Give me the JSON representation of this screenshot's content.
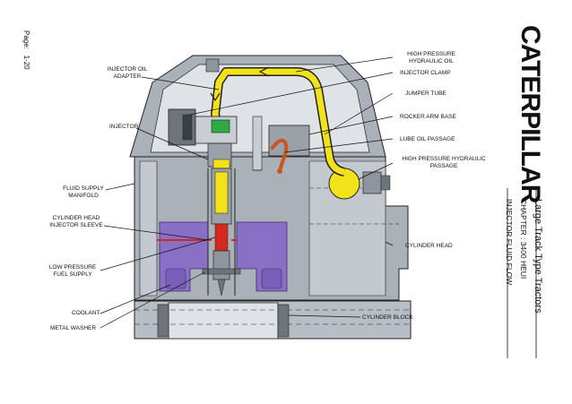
{
  "header": {
    "page_label": "Page:",
    "page_number": "1-20",
    "brand": "CATERPILLAR",
    "title": "Large Track Type Tractors",
    "chapter": "CHAPTER :  3400 HEUI",
    "subtitle": "INJECTOR FLUID FLOW"
  },
  "labels": {
    "injector_oil_adapter": "INJECTOR OIL ADAPTER",
    "injector": "INJECTOR",
    "fluid_supply_manifold": "FLUID SUPPLY MANIFOLD",
    "cylinder_head_injector_sleeve": "CYLINDER HEAD INJECTOR SLEEVE",
    "low_pressure_fuel_supply": "LOW PRESSURE FUEL SUPPLY",
    "coolant": "COOLANT",
    "metal_washer": "METAL WASHER",
    "high_pressure_hydraulic_oil": "HIGH PRESSURE HYDRAULIC OIL",
    "injector_clamp": "INJECTOR CLAMP",
    "jumper_tube": "JUMPER TUBE",
    "rocker_arm_base": "ROCKER ARM BASE",
    "lube_oil_passage": "LUBE OIL PASSAGE",
    "high_pressure_hydraulic_passage": "HIGH PRESSURE HYDRAULIC PASSAGE",
    "cylinder_head": "CYLINDER HEAD",
    "cylinder_block": "CYLINDER BLOCK"
  },
  "colors": {
    "high_pressure_oil": "#f2e21a",
    "coolant": "#8a6fc7",
    "fuel": "#d42a1e",
    "metal_light": "#c9ced4",
    "metal_dark": "#8e959c",
    "injector_green": "#2eab43",
    "lube_oil": "#c8541e"
  }
}
